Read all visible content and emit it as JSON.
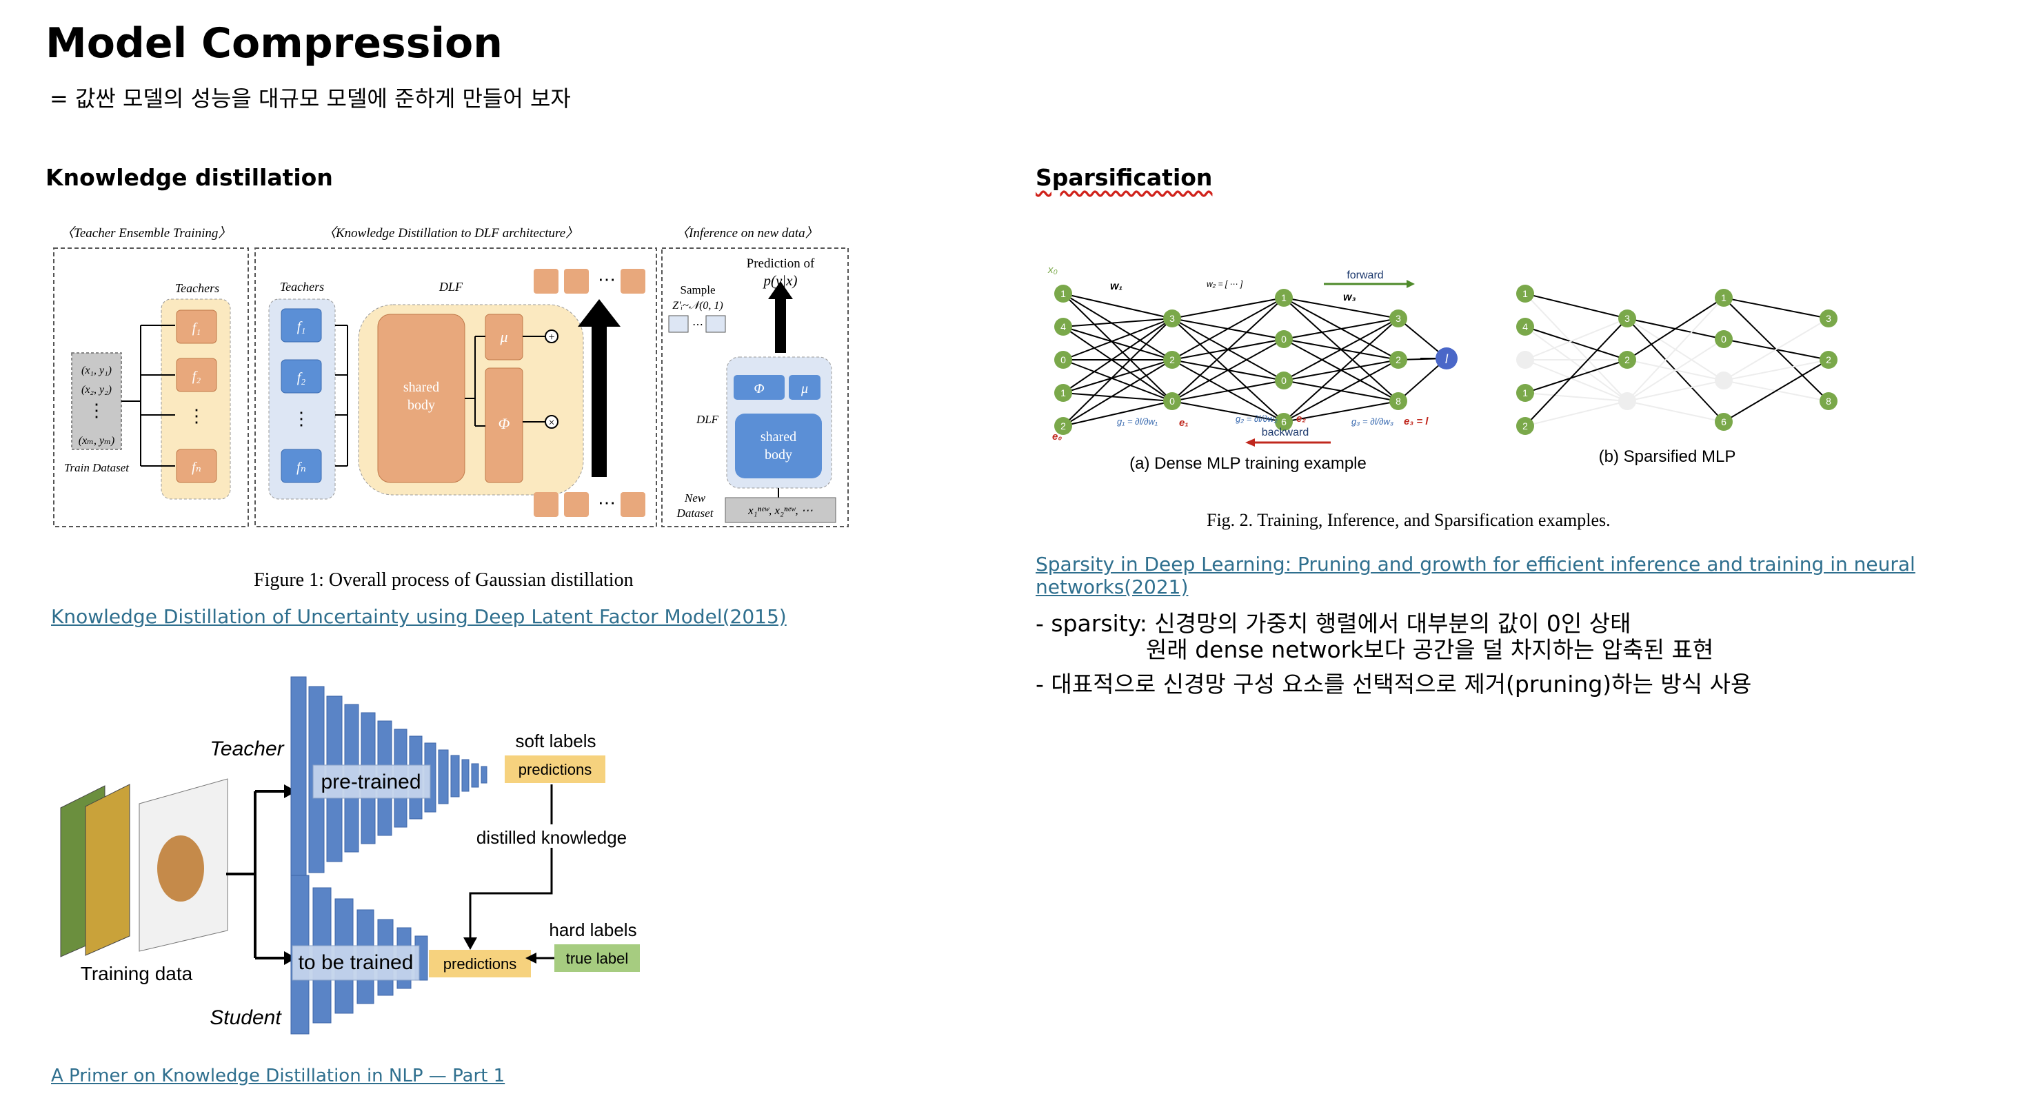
{
  "slide": {
    "title": "Model Compression",
    "subtitle": "= 값싼 모델의 성능을 대규모 모델에 준하게 만들어 보자"
  },
  "kd": {
    "heading": "Knowledge distillation",
    "figure1": {
      "stage1": "〈Teacher Ensemble Training〉",
      "stage2": "〈Knowledge Distillation to DLF architecture〉",
      "stage3": "〈Inference on new data〉",
      "train_dataset": "Train Dataset",
      "teachers": "Teachers",
      "dlf": "DLF",
      "shared_body": "shared body",
      "mu": "μ",
      "phi": "Φ",
      "sample": "Sample",
      "prediction_of": "Prediction of",
      "p_y_x": "p(y|x)",
      "new_dataset": "New Dataset",
      "caption": "Figure 1: Overall process of Gaussian distillation"
    },
    "link1": "Knowledge Distillation of Uncertainty using Deep Latent Factor Model(2015)",
    "figure2": {
      "teacher": "Teacher",
      "student": "Student",
      "pretrained": "pre-trained",
      "to_be_trained": "to be trained",
      "soft_labels": "soft labels",
      "hard_labels": "hard labels",
      "predictions": "predictions",
      "true_label": "true label",
      "distilled_knowledge": "distilled knowledge",
      "training_data": "Training data"
    },
    "link2": "A Primer on Knowledge Distillation in NLP — Part 1"
  },
  "sp": {
    "heading": "Sparsification",
    "figure": {
      "dense_caption": "(a) Dense MLP training example",
      "sparse_caption": "(b) Sparsified MLP",
      "forward": "forward",
      "backward": "backward",
      "fig_caption": "Fig. 2.  Training, Inference, and Sparsification examples.",
      "dense_layers": [
        [
          "1",
          "4",
          "0",
          "1",
          "2"
        ],
        [
          "3",
          "2",
          "0"
        ],
        [
          "1",
          "0",
          "0",
          "6"
        ],
        [
          "3",
          "2",
          "8"
        ]
      ],
      "sparse_layers": [
        [
          "1",
          "4",
          "",
          "1",
          "2"
        ],
        [
          "3",
          "2",
          ""
        ],
        [
          "1",
          "0",
          "",
          "6"
        ],
        [
          "3",
          "2",
          "8"
        ]
      ]
    },
    "link": "Sparsity in Deep Learning: Pruning and growth for efficient inference and training in neural networks(2021)",
    "bullet1_line1": "- sparsity: 신경망의 가중치 행렬에서 대부분의 값이 0인 상태",
    "bullet1_line2": "원래 dense network보다 공간을 덜 차지하는 압축된 표현",
    "bullet2": "- 대표적으로 신경망 구성 요소를 선택적으로 제거(pruning)하는 방식 사용"
  },
  "colors": {
    "link": "#2f6f8e",
    "orange": "#e8a87c",
    "blue_box": "#5b8fd6",
    "green_node": "#7aa84a",
    "purple_node": "#4a67c8"
  }
}
